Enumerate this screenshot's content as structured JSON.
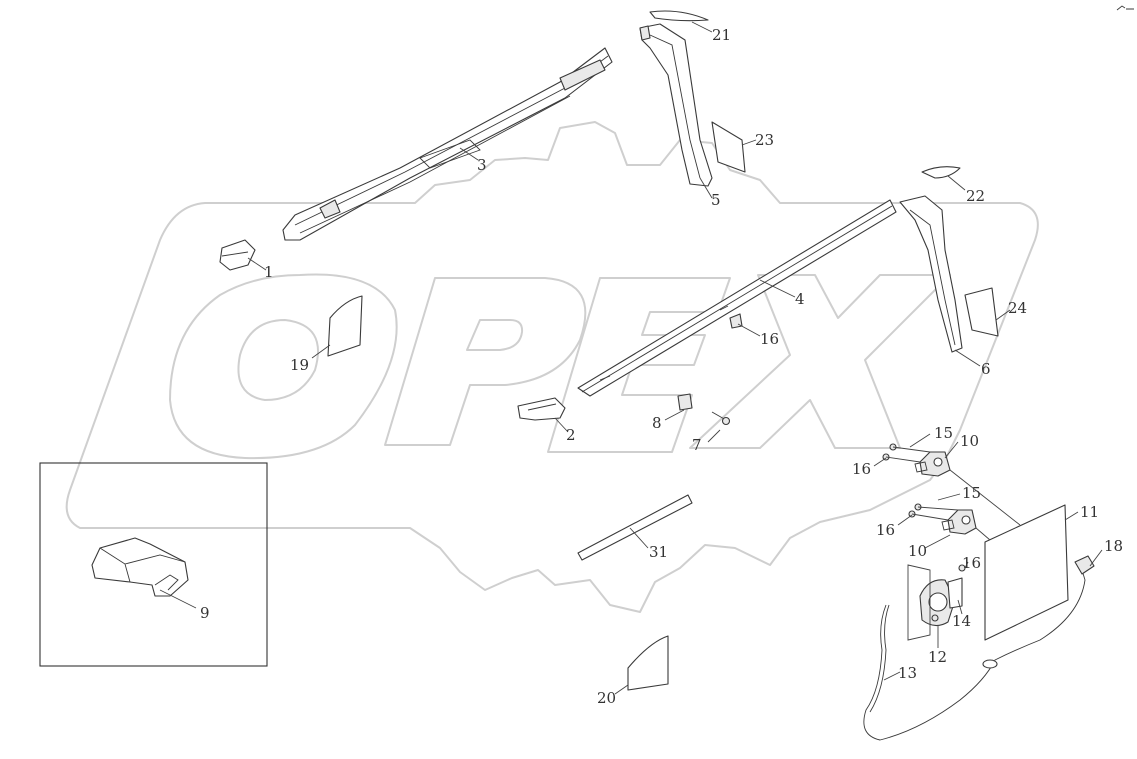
{
  "watermark": {
    "text": "OPEX",
    "color": "#cfcfcf"
  },
  "callouts": [
    {
      "id": "c1",
      "label": "1"
    },
    {
      "id": "c2",
      "label": "2"
    },
    {
      "id": "c3",
      "label": "3"
    },
    {
      "id": "c4",
      "label": "4"
    },
    {
      "id": "c5",
      "label": "5"
    },
    {
      "id": "c6",
      "label": "6"
    },
    {
      "id": "c7",
      "label": "7"
    },
    {
      "id": "c8",
      "label": "8"
    },
    {
      "id": "c9",
      "label": "9"
    },
    {
      "id": "c10a",
      "label": "10"
    },
    {
      "id": "c10b",
      "label": "10"
    },
    {
      "id": "c11",
      "label": "11"
    },
    {
      "id": "c12",
      "label": "12"
    },
    {
      "id": "c13",
      "label": "13"
    },
    {
      "id": "c14",
      "label": "14"
    },
    {
      "id": "c15a",
      "label": "15"
    },
    {
      "id": "c15b",
      "label": "15"
    },
    {
      "id": "c16a",
      "label": "16"
    },
    {
      "id": "c16b",
      "label": "16"
    },
    {
      "id": "c16c",
      "label": "16"
    },
    {
      "id": "c16d",
      "label": "16"
    },
    {
      "id": "c18",
      "label": "18"
    },
    {
      "id": "c19",
      "label": "19"
    },
    {
      "id": "c20",
      "label": "20"
    },
    {
      "id": "c21",
      "label": "21"
    },
    {
      "id": "c22",
      "label": "22"
    },
    {
      "id": "c23",
      "label": "23"
    },
    {
      "id": "c24",
      "label": "24"
    },
    {
      "id": "c31",
      "label": "31"
    }
  ]
}
